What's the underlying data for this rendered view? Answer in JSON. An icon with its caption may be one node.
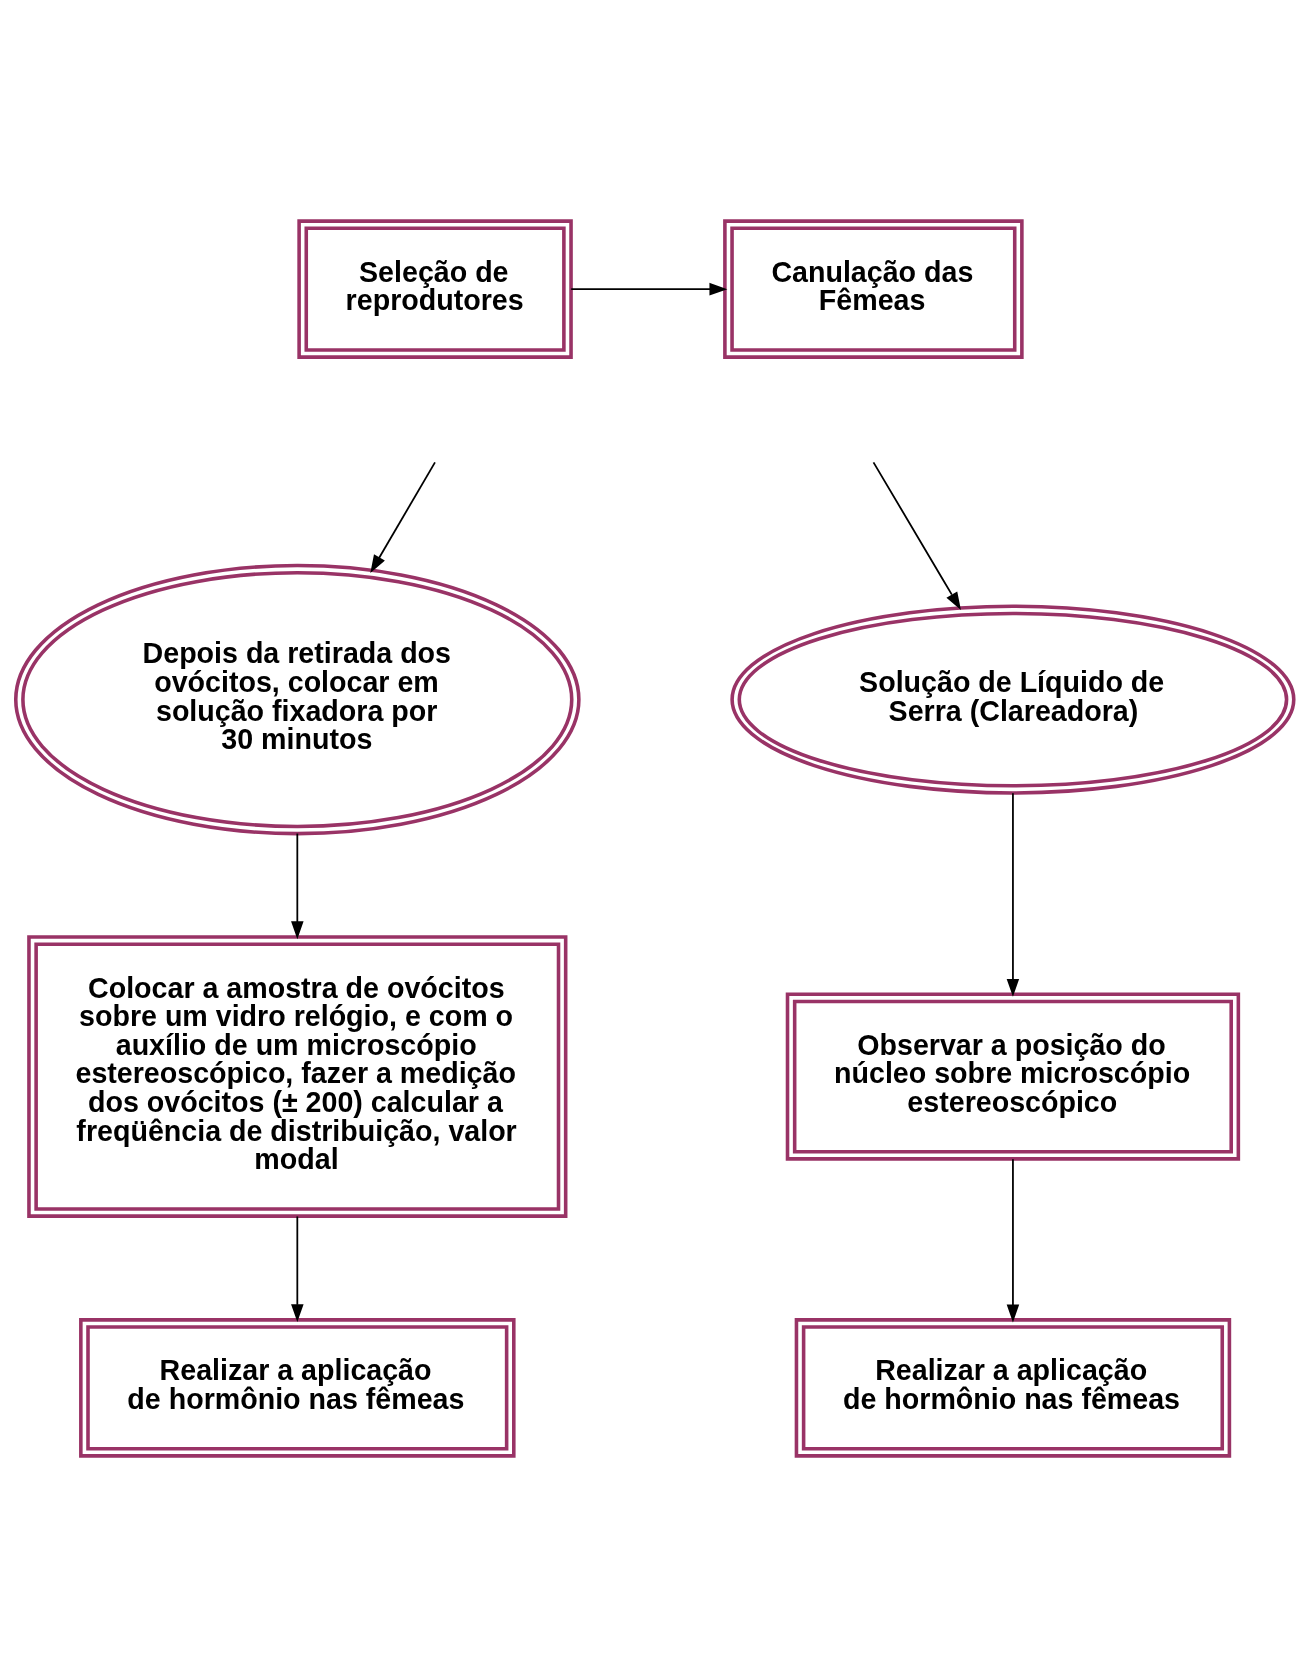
{
  "diagram": {
    "nodes": [
      {
        "text": [
          "Seleção de reprodutores"
        ]
      },
      {
        "text": [
          "Canulação das Fêmeas"
        ]
      },
      {
        "text": [
          "Depois da retirada dos ovócitos, colocar em solução fixadora por 30 minutos"
        ]
      },
      {
        "text": [
          "Solução de Líquido de Serra (Clareadora)"
        ]
      },
      {
        "text": [
          "Colocar a amostra de ovócitos sobre um vidro relógio, e com o auxílio de um microscópio estereoscópico, fazer a medição dos ovócitos (± 200) calcular a freqüência de distribuição, valor modal"
        ]
      },
      {
        "text": [
          "Observar a posição do núcleo sobre microscópio estereoscópico"
        ]
      },
      {
        "text": [
          "Realizar a aplicação de hormônio nas fêmeas"
        ]
      },
      {
        "text": [
          "Realizar a aplicação de hormônio nas fêmeas"
        ]
      }
    ],
    "edges": [
      {
        "from": 0,
        "to": 1,
        "arrow": "to"
      },
      {
        "from": null,
        "to": 2,
        "arrow": "to"
      },
      {
        "from": null,
        "to": 3,
        "arrow": "to"
      },
      {
        "from": 2,
        "to": 4,
        "arrow": "to"
      },
      {
        "from": 3,
        "to": 5,
        "arrow": "to"
      },
      {
        "from": 4,
        "to": 6,
        "arrow": "to"
      },
      {
        "from": 5,
        "to": 7,
        "arrow": "to"
      }
    ]
  }
}
